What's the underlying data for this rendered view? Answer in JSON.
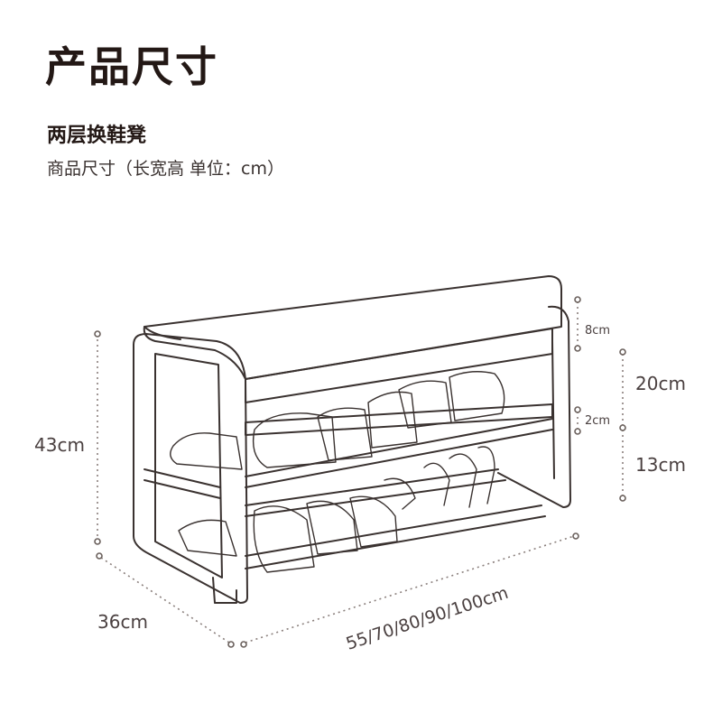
{
  "header": {
    "title": "产品尺寸",
    "subtitle": "两层换鞋凳",
    "description": "商品尺寸（长宽高 单位：cm）"
  },
  "dimensions": {
    "height_total": "43cm",
    "depth": "36cm",
    "width_options": "55/70/80/90/100cm",
    "cushion_thickness": "8cm",
    "upper_gap": "20cm",
    "shelf_thickness": "2cm",
    "lower_gap": "13cm"
  }
}
